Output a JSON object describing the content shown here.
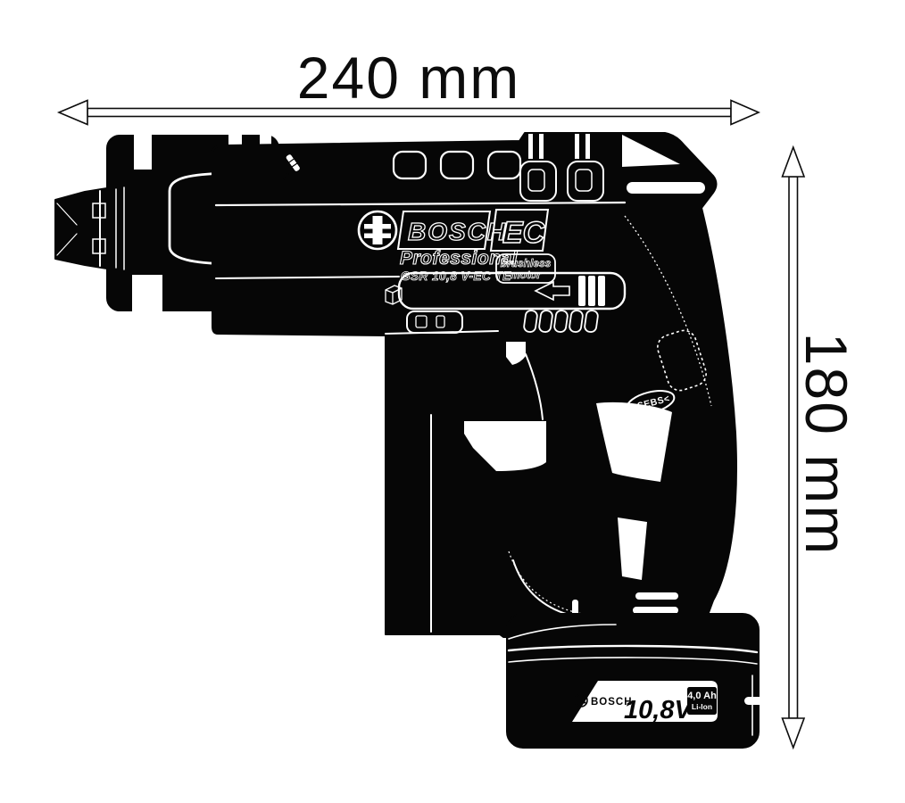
{
  "dimensions": {
    "width": "240 mm",
    "height": "180 mm"
  },
  "tool": {
    "brand": "BOSCH",
    "motor_tech": "EC",
    "series": "Professional",
    "model": "GSR 10,8 V-EC TE",
    "motor_badge_line1": "brushless",
    "motor_badge_line2": "motor",
    "grip_material": ">SEBS<"
  },
  "battery": {
    "brand": "BOSCH",
    "voltage": "10,8V",
    "capacity": "4,0 Ah",
    "chemistry": "Li-Ion"
  },
  "colors": {
    "ink": "#060606",
    "background": "#ffffff",
    "engraving": "#ffffff"
  }
}
